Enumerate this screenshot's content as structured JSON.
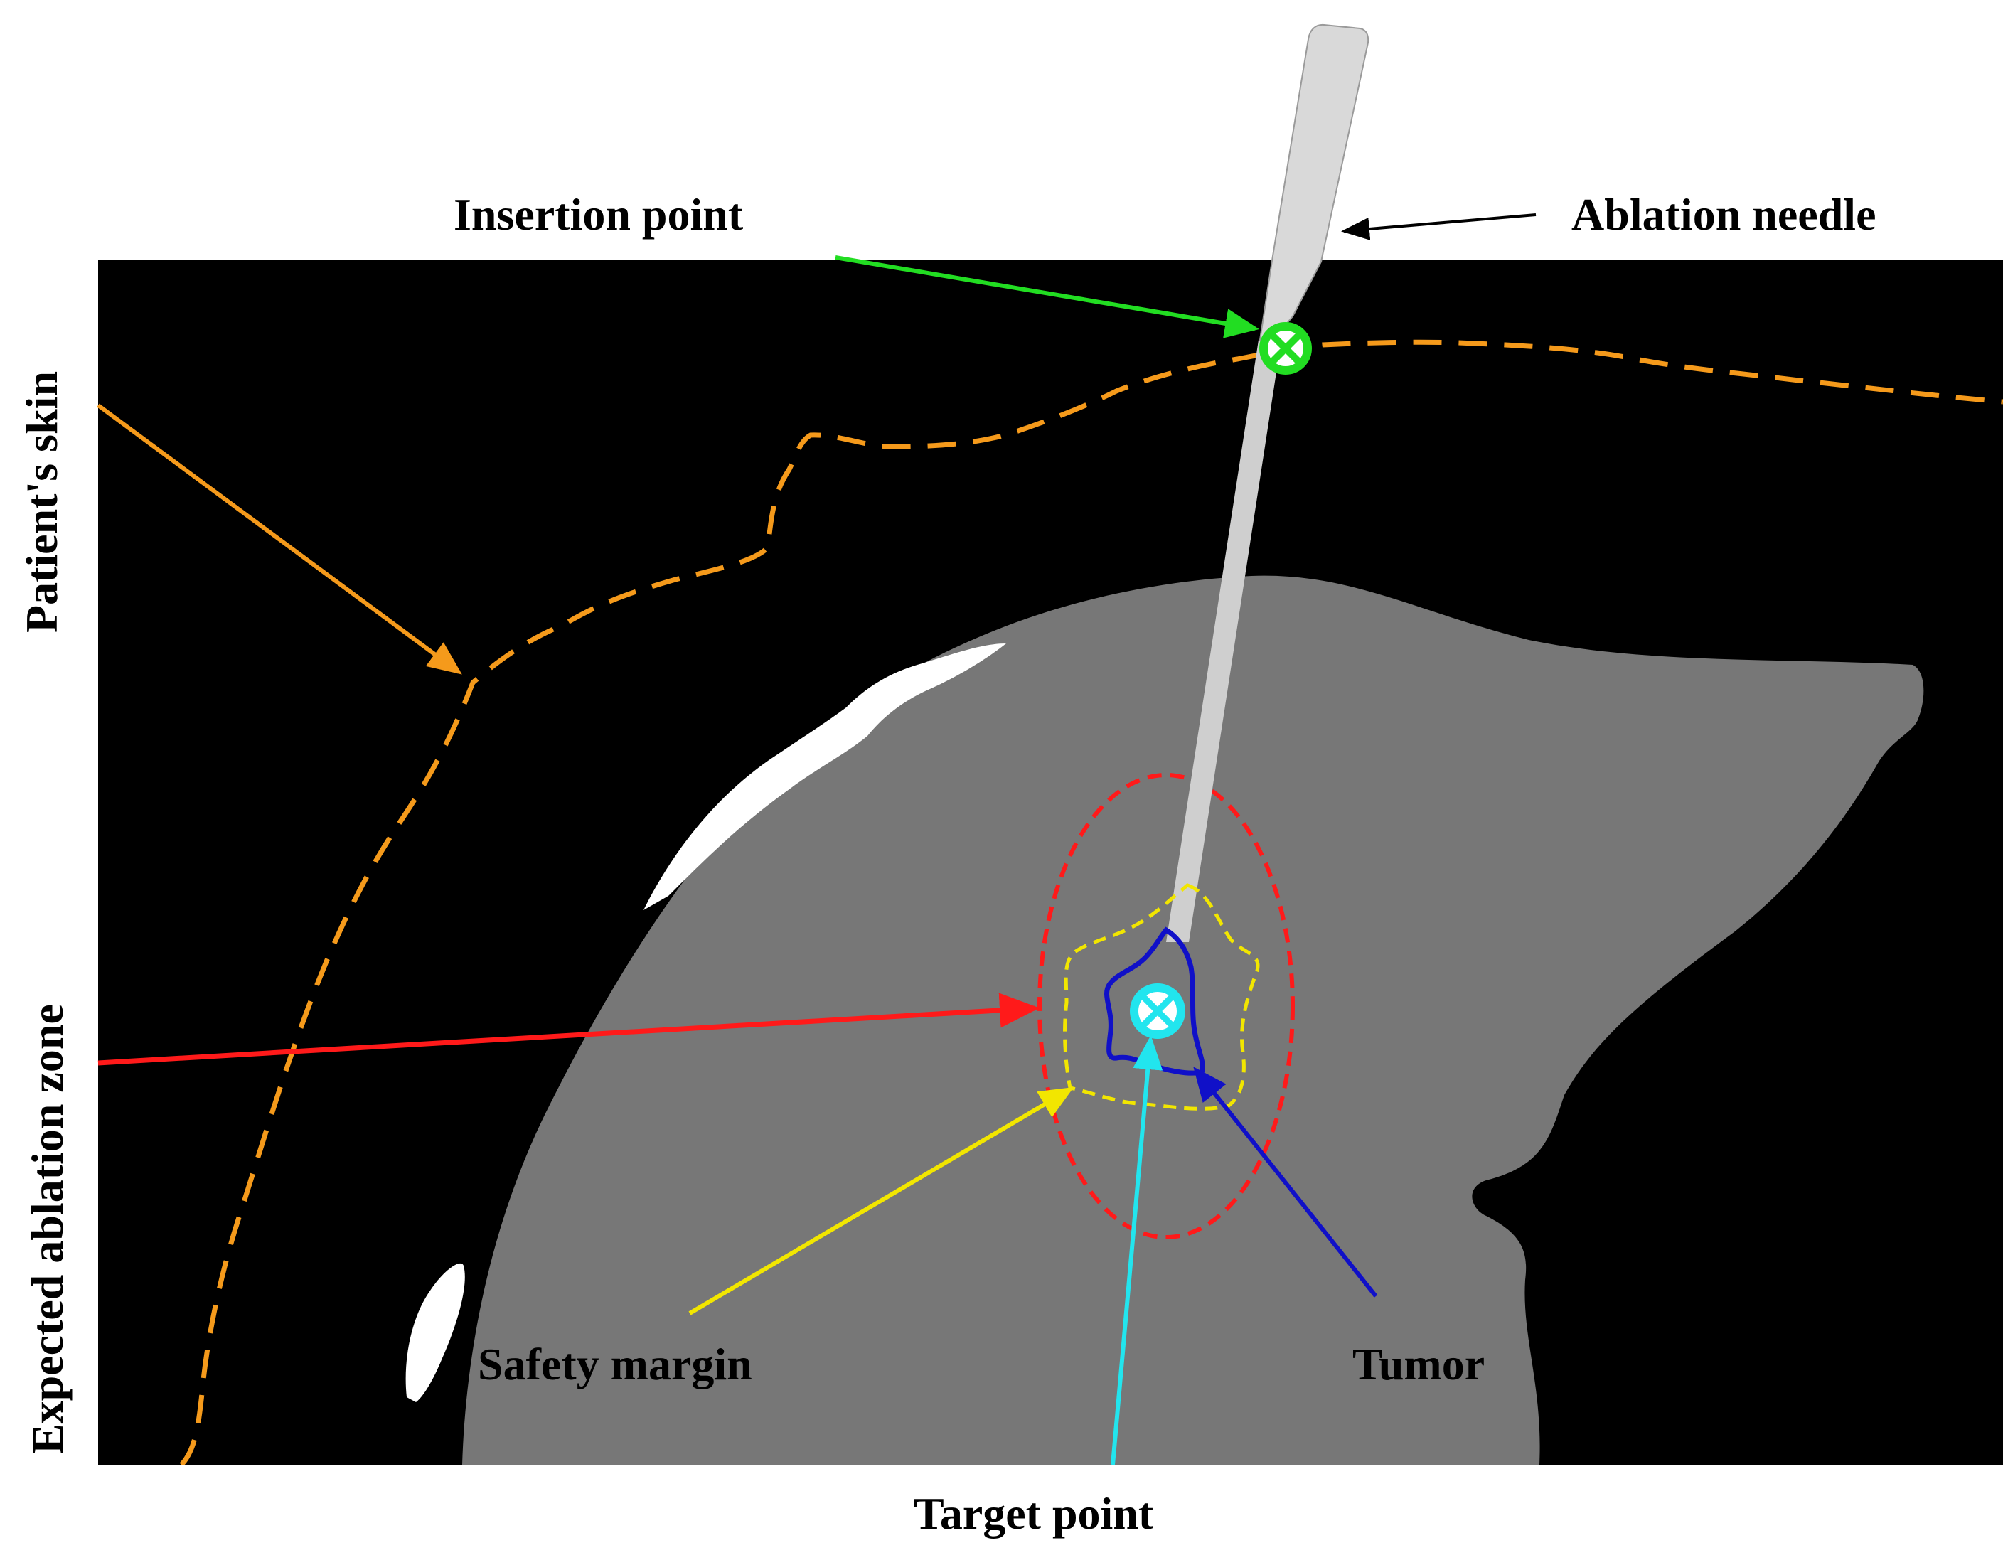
{
  "labels": {
    "insertion_point": "Insertion point",
    "ablation_needle": "Ablation needle",
    "patients_skin": "Patient's skin",
    "expected_ablation_zone": "Expected ablation zone",
    "safety_margin": "Safety margin",
    "tumor": "Tumor",
    "target_point": "Target point"
  },
  "colors": {
    "background": "#000000",
    "tissue": "#777777",
    "needle_body": "#cfcfcf",
    "needle_handle": "#d9d9d9",
    "skin_line": "#f59a1b",
    "ablation_zone": "#ff1a1a",
    "safety_margin": "#f2e600",
    "tumor": "#1010c8",
    "insertion_marker": "#22dd22",
    "target_marker": "#22e5ee",
    "bone": "#ffffff"
  },
  "icons": {
    "insertion_marker": "circled-x-icon",
    "target_marker": "circled-x-icon"
  }
}
